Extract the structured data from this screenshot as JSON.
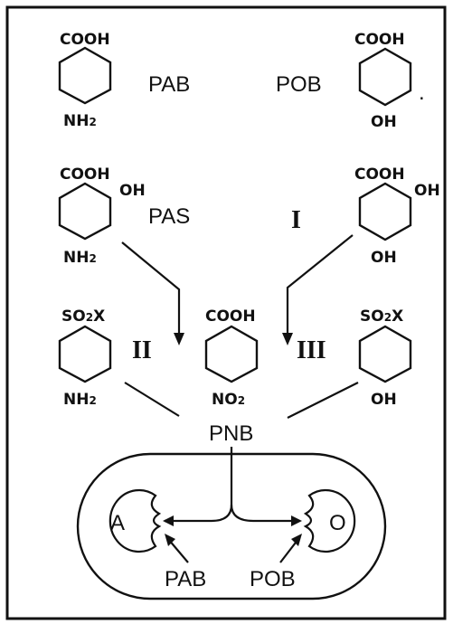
{
  "molecules": {
    "pab": {
      "label": "PAB",
      "top": "COOH",
      "bottom": "NH2"
    },
    "pob": {
      "label": "POB",
      "top": "COOH",
      "bottom": "OH",
      "trailing": "."
    },
    "pas": {
      "label": "PAS",
      "top": "COOH",
      "side": "OH",
      "bottom": "NH2"
    },
    "i": {
      "label": "I",
      "top": "COOH",
      "side": "OH",
      "bottom": "OH"
    },
    "ii": {
      "label": "II",
      "top": "SO2X",
      "bottom": "NH2"
    },
    "pnb": {
      "label": "PNB",
      "top": "COOH",
      "bottom": "NO2"
    },
    "iii": {
      "label": "III",
      "top": "SO2X",
      "bottom": "OH"
    }
  },
  "cell": {
    "site_a": "A",
    "site_o": "O",
    "label_pab": "PAB",
    "label_pob": "POB"
  }
}
